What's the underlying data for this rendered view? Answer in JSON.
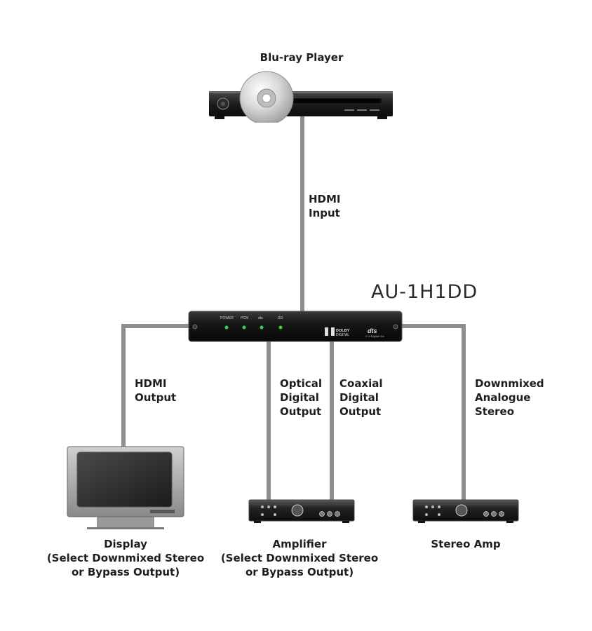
{
  "devices": {
    "source": {
      "label": "Blu-ray Player"
    },
    "converter": {
      "model": "AU-1H1DD",
      "indicators": [
        "POWER",
        "PCM",
        "dts",
        "DD"
      ],
      "logos": {
        "dolby": "DOLBY\nDIGITAL",
        "dts": "dts",
        "dts_sub": "2.0+Digital Out"
      }
    },
    "display": {
      "label": "Display\n(Select Downmixed Stereo\nor Bypass Output)"
    },
    "amplifier": {
      "label": "Amplifier\n(Select Downmixed Stereo\nor Bypass Output)"
    },
    "stereo_amp": {
      "label": "Stereo Amp"
    }
  },
  "connections": {
    "hdmi_input": "HDMI\nInput",
    "hdmi_output": "HDMI\nOutput",
    "optical_output": "Optical\nDigital\nOutput",
    "coaxial_output": "Coaxial\nDigital\nOutput",
    "analogue_output": "Downmixed\nAnalogue\nStereo"
  },
  "colors": {
    "cable": "#8e8e8e",
    "device_body": "#1e1e1e",
    "led": "#3cd23c"
  }
}
